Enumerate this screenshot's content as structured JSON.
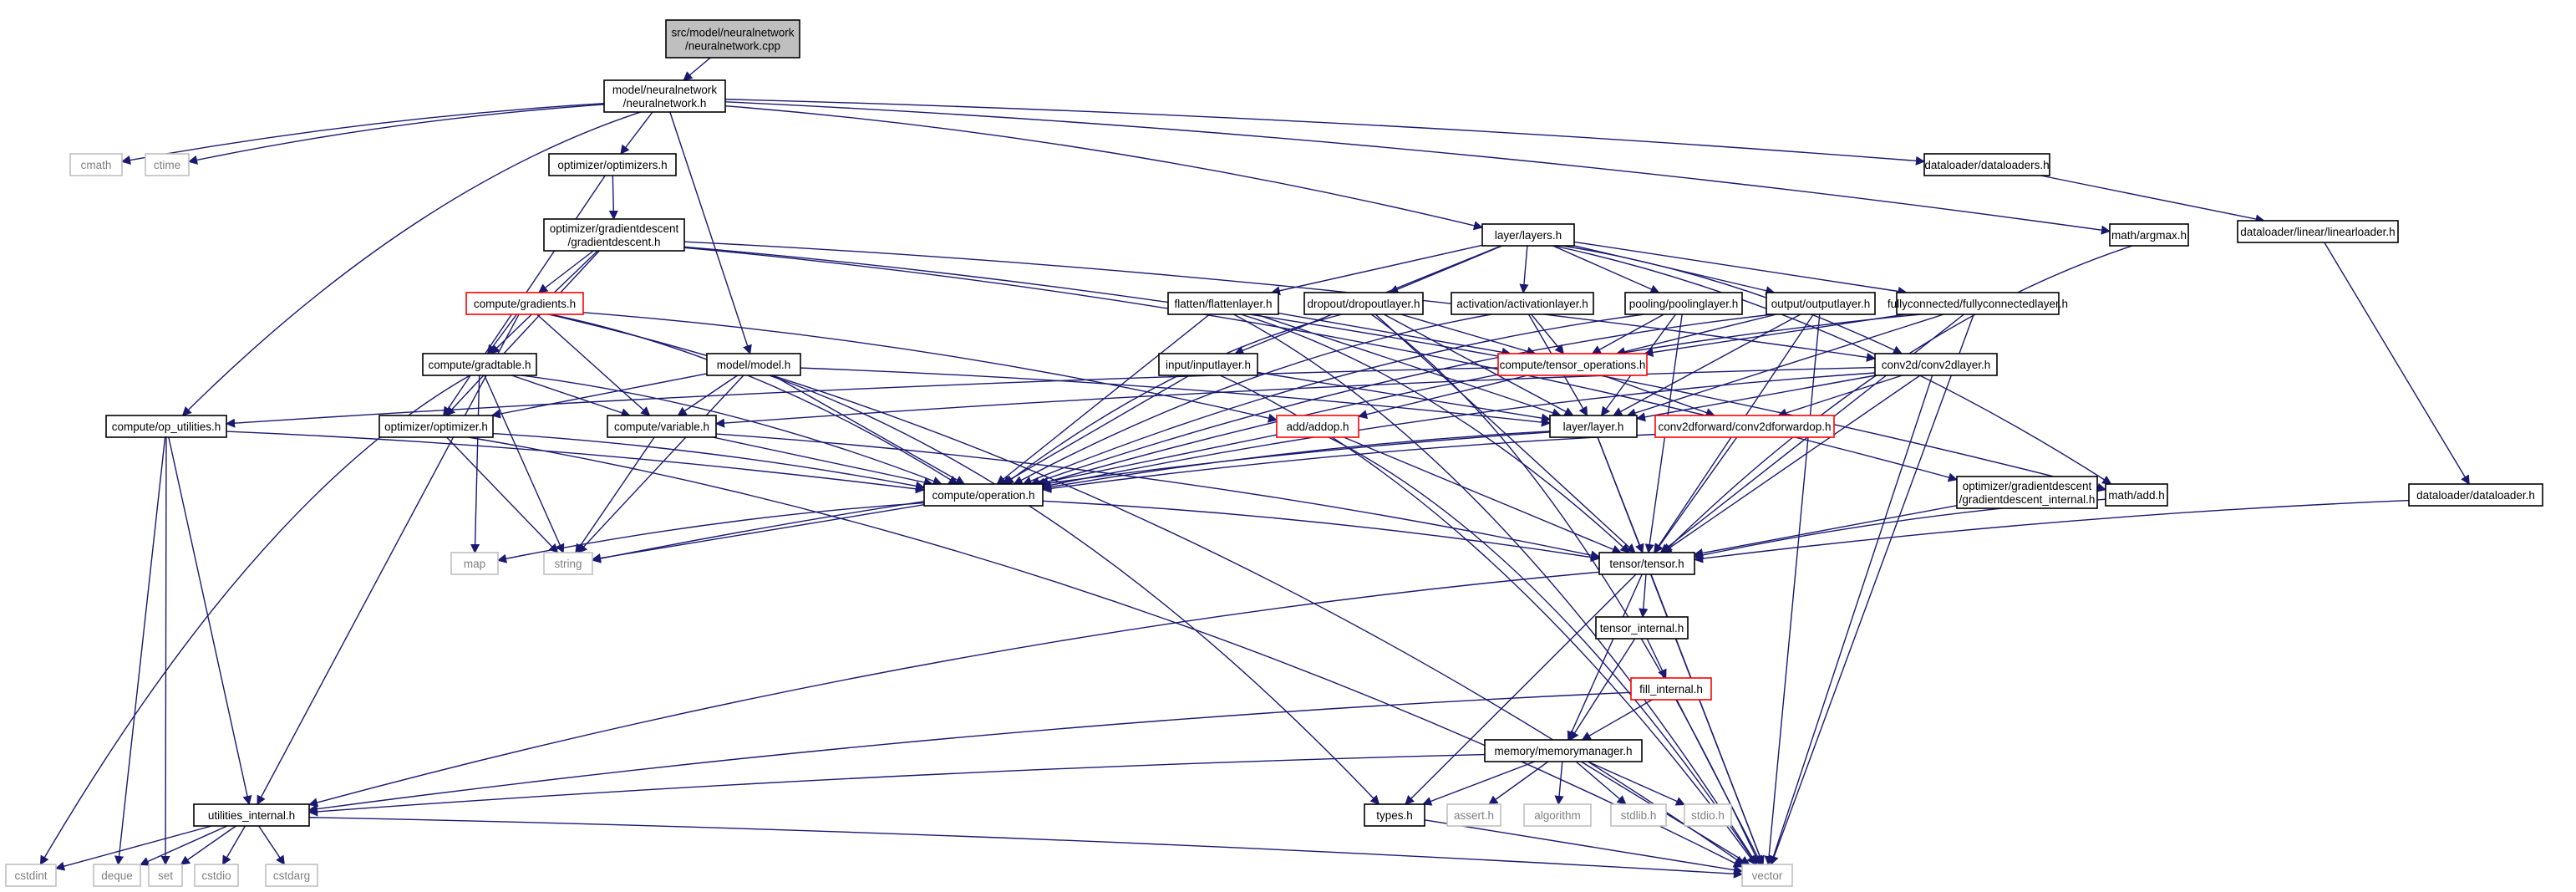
{
  "diagram": {
    "title": "src/model/neuralnetwork/neuralnetwork.cpp",
    "colors": {
      "edge": "#191970",
      "root_fill": "#bfbfbf",
      "node_border": "#000000",
      "system_border": "#bfbfbf",
      "system_text": "#7f7f7f",
      "truncated_border": "#ff0000",
      "node_fill": "#ffffff"
    },
    "nodes": [
      {
        "id": "root",
        "lines": [
          "src/model/neuralnetwork",
          "/neuralnetwork.cpp"
        ],
        "kind": "root"
      },
      {
        "id": "nn",
        "lines": [
          "model/neuralnetwork",
          "/neuralnetwork.h"
        ],
        "kind": "normal"
      },
      {
        "id": "cmath",
        "lines": [
          "cmath"
        ],
        "kind": "system"
      },
      {
        "id": "ctime",
        "lines": [
          "ctime"
        ],
        "kind": "system"
      },
      {
        "id": "optimizers",
        "lines": [
          "optimizer/optimizers.h"
        ],
        "kind": "normal"
      },
      {
        "id": "gdesc",
        "lines": [
          "optimizer/gradientdescent",
          "/gradientdescent.h"
        ],
        "kind": "normal"
      },
      {
        "id": "gradients",
        "lines": [
          "compute/gradients.h"
        ],
        "kind": "truncated"
      },
      {
        "id": "gradtable",
        "lines": [
          "compute/gradtable.h"
        ],
        "kind": "normal"
      },
      {
        "id": "oputil",
        "lines": [
          "compute/op_utilities.h"
        ],
        "kind": "normal"
      },
      {
        "id": "optimizer",
        "lines": [
          "optimizer/optimizer.h"
        ],
        "kind": "normal"
      },
      {
        "id": "variable",
        "lines": [
          "compute/variable.h"
        ],
        "kind": "normal"
      },
      {
        "id": "model",
        "lines": [
          "model/model.h"
        ],
        "kind": "normal"
      },
      {
        "id": "operation",
        "lines": [
          "compute/operation.h"
        ],
        "kind": "normal"
      },
      {
        "id": "map",
        "lines": [
          "map"
        ],
        "kind": "system"
      },
      {
        "id": "string",
        "lines": [
          "string"
        ],
        "kind": "system"
      },
      {
        "id": "utilint",
        "lines": [
          "utilities_internal.h"
        ],
        "kind": "normal"
      },
      {
        "id": "cstdint",
        "lines": [
          "cstdint"
        ],
        "kind": "system"
      },
      {
        "id": "deque",
        "lines": [
          "deque"
        ],
        "kind": "system"
      },
      {
        "id": "set",
        "lines": [
          "set"
        ],
        "kind": "system"
      },
      {
        "id": "cstdio",
        "lines": [
          "cstdio"
        ],
        "kind": "system"
      },
      {
        "id": "cstdarg",
        "lines": [
          "cstdarg"
        ],
        "kind": "system"
      },
      {
        "id": "layers",
        "lines": [
          "layer/layers.h"
        ],
        "kind": "normal"
      },
      {
        "id": "flatten",
        "lines": [
          "flatten/flattenlayer.h"
        ],
        "kind": "normal"
      },
      {
        "id": "dropout",
        "lines": [
          "dropout/dropoutlayer.h"
        ],
        "kind": "normal"
      },
      {
        "id": "activation",
        "lines": [
          "activation/activationlayer.h"
        ],
        "kind": "normal"
      },
      {
        "id": "pooling",
        "lines": [
          "pooling/poolinglayer.h"
        ],
        "kind": "normal"
      },
      {
        "id": "output",
        "lines": [
          "output/outputlayer.h"
        ],
        "kind": "normal"
      },
      {
        "id": "fc",
        "lines": [
          "fullyconnected/fullyconnectedlayer.h"
        ],
        "kind": "normal"
      },
      {
        "id": "input",
        "lines": [
          "input/inputlayer.h"
        ],
        "kind": "normal"
      },
      {
        "id": "tensorops",
        "lines": [
          "compute/tensor_operations.h"
        ],
        "kind": "truncated"
      },
      {
        "id": "conv2d",
        "lines": [
          "conv2d/conv2dlayer.h"
        ],
        "kind": "normal"
      },
      {
        "id": "addop",
        "lines": [
          "add/addop.h"
        ],
        "kind": "truncated"
      },
      {
        "id": "layer",
        "lines": [
          "layer/layer.h"
        ],
        "kind": "normal"
      },
      {
        "id": "conv2dfwd",
        "lines": [
          "conv2dforward/conv2dforwardop.h"
        ],
        "kind": "truncated"
      },
      {
        "id": "gdint",
        "lines": [
          "optimizer/gradientdescent",
          "/gradientdescent_internal.h"
        ],
        "kind": "normal"
      },
      {
        "id": "mathadd",
        "lines": [
          "math/add.h"
        ],
        "kind": "normal"
      },
      {
        "id": "argmax",
        "lines": [
          "math/argmax.h"
        ],
        "kind": "normal"
      },
      {
        "id": "dataloaders",
        "lines": [
          "dataloader/dataloaders.h"
        ],
        "kind": "normal"
      },
      {
        "id": "linearloader",
        "lines": [
          "dataloader/linear/linearloader.h"
        ],
        "kind": "normal"
      },
      {
        "id": "dataloader",
        "lines": [
          "dataloader/dataloader.h"
        ],
        "kind": "normal"
      },
      {
        "id": "tensor",
        "lines": [
          "tensor/tensor.h"
        ],
        "kind": "normal"
      },
      {
        "id": "tensorint",
        "lines": [
          "tensor_internal.h"
        ],
        "kind": "normal"
      },
      {
        "id": "fillint",
        "lines": [
          "fill_internal.h"
        ],
        "kind": "truncated"
      },
      {
        "id": "memmgr",
        "lines": [
          "memory/memorymanager.h"
        ],
        "kind": "normal"
      },
      {
        "id": "types",
        "lines": [
          "types.h"
        ],
        "kind": "normal"
      },
      {
        "id": "assert",
        "lines": [
          "assert.h"
        ],
        "kind": "system"
      },
      {
        "id": "algorithm",
        "lines": [
          "algorithm"
        ],
        "kind": "system"
      },
      {
        "id": "stdlib",
        "lines": [
          "stdlib.h"
        ],
        "kind": "system"
      },
      {
        "id": "stdio",
        "lines": [
          "stdio.h"
        ],
        "kind": "system"
      },
      {
        "id": "vector",
        "lines": [
          "vector"
        ],
        "kind": "system"
      }
    ],
    "edges": [
      [
        "root",
        "nn"
      ],
      [
        "nn",
        "cmath"
      ],
      [
        "nn",
        "ctime"
      ],
      [
        "nn",
        "optimizers"
      ],
      [
        "nn",
        "oputil"
      ],
      [
        "nn",
        "model"
      ],
      [
        "nn",
        "layers"
      ],
      [
        "nn",
        "argmax"
      ],
      [
        "nn",
        "dataloaders"
      ],
      [
        "optimizers",
        "gdesc"
      ],
      [
        "optimizers",
        "optimizer"
      ],
      [
        "gdesc",
        "gradients"
      ],
      [
        "gdesc",
        "gradtable"
      ],
      [
        "gdesc",
        "optimizer"
      ],
      [
        "gdesc",
        "gdint"
      ],
      [
        "gdesc",
        "mathadd"
      ],
      [
        "gdesc",
        "conv2d"
      ],
      [
        "gradients",
        "gradtable"
      ],
      [
        "gradients",
        "variable"
      ],
      [
        "gradients",
        "operation"
      ],
      [
        "gradients",
        "addop"
      ],
      [
        "gradients",
        "utilint"
      ],
      [
        "gradients",
        "vector"
      ],
      [
        "gradtable",
        "variable"
      ],
      [
        "gradtable",
        "operation"
      ],
      [
        "gradtable",
        "map"
      ],
      [
        "gradtable",
        "string"
      ],
      [
        "gradtable",
        "cstdint"
      ],
      [
        "oputil",
        "operation"
      ],
      [
        "oputil",
        "utilint"
      ],
      [
        "oputil",
        "deque"
      ],
      [
        "oputil",
        "set"
      ],
      [
        "optimizer",
        "operation"
      ],
      [
        "optimizer",
        "string"
      ],
      [
        "optimizer",
        "vector"
      ],
      [
        "variable",
        "operation"
      ],
      [
        "variable",
        "string"
      ],
      [
        "variable",
        "tensor"
      ],
      [
        "model",
        "optimizer"
      ],
      [
        "model",
        "variable"
      ],
      [
        "model",
        "operation"
      ],
      [
        "model",
        "types"
      ],
      [
        "model",
        "string"
      ],
      [
        "model",
        "layer"
      ],
      [
        "operation",
        "map"
      ],
      [
        "operation",
        "string"
      ],
      [
        "operation",
        "tensor"
      ],
      [
        "utilint",
        "cstdint"
      ],
      [
        "utilint",
        "deque"
      ],
      [
        "utilint",
        "set"
      ],
      [
        "utilint",
        "cstdio"
      ],
      [
        "utilint",
        "cstdarg"
      ],
      [
        "utilint",
        "vector"
      ],
      [
        "layers",
        "flatten"
      ],
      [
        "layers",
        "dropout"
      ],
      [
        "layers",
        "activation"
      ],
      [
        "layers",
        "pooling"
      ],
      [
        "layers",
        "output"
      ],
      [
        "layers",
        "fc"
      ],
      [
        "layers",
        "input"
      ],
      [
        "layers",
        "conv2d"
      ],
      [
        "layers",
        "mathadd"
      ],
      [
        "flatten",
        "tensorops"
      ],
      [
        "flatten",
        "operation"
      ],
      [
        "flatten",
        "layer"
      ],
      [
        "flatten",
        "tensor"
      ],
      [
        "flatten",
        "vector"
      ],
      [
        "dropout",
        "tensorops"
      ],
      [
        "dropout",
        "operation"
      ],
      [
        "dropout",
        "layer"
      ],
      [
        "dropout",
        "tensor"
      ],
      [
        "dropout",
        "vector"
      ],
      [
        "activation",
        "tensorops"
      ],
      [
        "activation",
        "operation"
      ],
      [
        "activation",
        "layer"
      ],
      [
        "pooling",
        "tensorops"
      ],
      [
        "pooling",
        "operation"
      ],
      [
        "pooling",
        "layer"
      ],
      [
        "pooling",
        "tensor"
      ],
      [
        "output",
        "tensorops"
      ],
      [
        "output",
        "operation"
      ],
      [
        "output",
        "layer"
      ],
      [
        "output",
        "tensor"
      ],
      [
        "output",
        "vector"
      ],
      [
        "fc",
        "tensorops"
      ],
      [
        "fc",
        "operation"
      ],
      [
        "fc",
        "layer"
      ],
      [
        "fc",
        "tensor"
      ],
      [
        "fc",
        "vector"
      ],
      [
        "input",
        "operation"
      ],
      [
        "input",
        "layer"
      ],
      [
        "input",
        "vector"
      ],
      [
        "tensorops",
        "addop"
      ],
      [
        "tensorops",
        "oputil"
      ],
      [
        "tensorops",
        "conv2dfwd"
      ],
      [
        "conv2d",
        "layer"
      ],
      [
        "conv2d",
        "conv2dfwd"
      ],
      [
        "conv2d",
        "variable"
      ],
      [
        "conv2d",
        "operation"
      ],
      [
        "conv2d",
        "tensor"
      ],
      [
        "conv2d",
        "vector"
      ],
      [
        "addop",
        "operation"
      ],
      [
        "addop",
        "tensor"
      ],
      [
        "addop",
        "vector"
      ],
      [
        "layer",
        "operation"
      ],
      [
        "layer",
        "string"
      ],
      [
        "layer",
        "tensor"
      ],
      [
        "layer",
        "vector"
      ],
      [
        "conv2dfwd",
        "operation"
      ],
      [
        "conv2dfwd",
        "tensor"
      ],
      [
        "gdint",
        "tensor"
      ],
      [
        "mathadd",
        "tensor"
      ],
      [
        "argmax",
        "tensor"
      ],
      [
        "dataloaders",
        "linearloader"
      ],
      [
        "linearloader",
        "dataloader"
      ],
      [
        "dataloader",
        "tensor"
      ],
      [
        "tensor",
        "tensorint"
      ],
      [
        "tensor",
        "memmgr"
      ],
      [
        "tensor",
        "types"
      ],
      [
        "tensor",
        "utilint"
      ],
      [
        "tensor",
        "vector"
      ],
      [
        "tensorint",
        "fillint"
      ],
      [
        "tensorint",
        "memmgr"
      ],
      [
        "fillint",
        "memmgr"
      ],
      [
        "fillint",
        "utilint"
      ],
      [
        "fillint",
        "vector"
      ],
      [
        "memmgr",
        "types"
      ],
      [
        "memmgr",
        "assert"
      ],
      [
        "memmgr",
        "algorithm"
      ],
      [
        "memmgr",
        "stdlib"
      ],
      [
        "memmgr",
        "stdio"
      ],
      [
        "memmgr",
        "utilint"
      ],
      [
        "memmgr",
        "vector"
      ],
      [
        "types",
        "vector"
      ]
    ]
  }
}
